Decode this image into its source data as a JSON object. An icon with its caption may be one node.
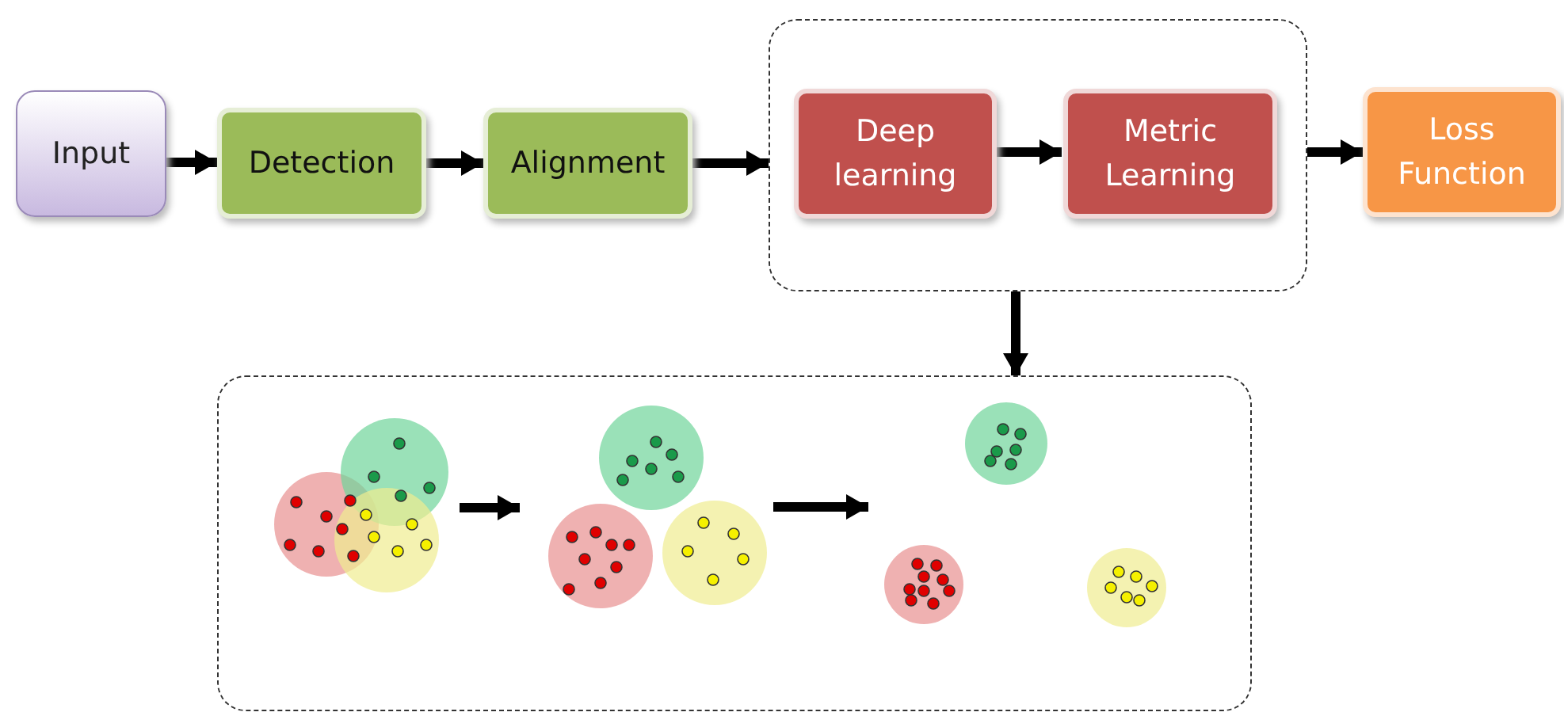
{
  "diagram": {
    "nodes": [
      {
        "text": [
          "Input"
        ]
      },
      {
        "text": [
          "Detection"
        ]
      },
      {
        "text": [
          "Alignment"
        ]
      },
      {
        "text": [],
        "shape": "box"
      },
      {
        "text": [
          "Deep learning"
        ],
        "in": 3
      },
      {
        "text": [
          "Metric Learning"
        ],
        "in": 3
      },
      {
        "text": [
          "Loss Function"
        ]
      },
      {
        "text": [],
        "shape": "box"
      },
      {
        "text": [],
        "shape": "picture",
        "in": 7
      },
      {
        "text": [],
        "shape": "picture",
        "in": 7
      },
      {
        "text": [],
        "shape": "picture",
        "in": 7
      }
    ],
    "edges": [
      {
        "from": 0,
        "to": 1,
        "arrow": "to"
      },
      {
        "from": 1,
        "to": 2,
        "arrow": "to"
      },
      {
        "from": 2,
        "to": 3,
        "arrow": "to"
      },
      {
        "from": 4,
        "to": 5,
        "arrow": "to"
      },
      {
        "from": 3,
        "to": 6,
        "arrow": "to"
      },
      {
        "from": 3,
        "to": 7,
        "arrow": "to"
      },
      {
        "from": 8,
        "to": 9,
        "arrow": "to"
      },
      {
        "from": 9,
        "to": 10,
        "arrow": "to"
      }
    ]
  }
}
